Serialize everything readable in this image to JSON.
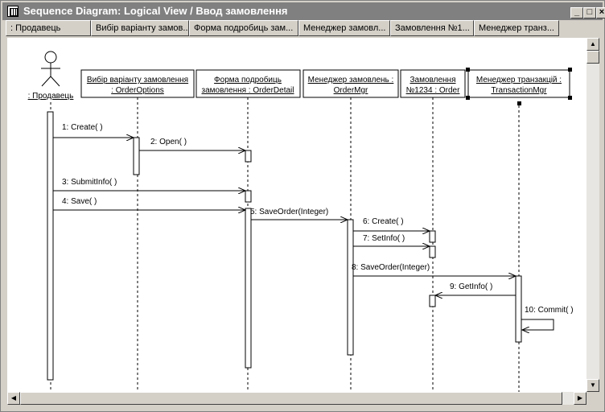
{
  "window": {
    "title": "Sequence Diagram: Logical View / Ввод замовлення",
    "minimize": "_",
    "maximize": "□",
    "close": "×"
  },
  "tabs": [
    {
      "label": ": Продавець"
    },
    {
      "label": "Вибір варіанту замов..."
    },
    {
      "label": "Форма подробиць зам..."
    },
    {
      "label": "Менеджер замовл..."
    },
    {
      "label": "Замовлення №1..."
    },
    {
      "label": "Менеджер транз..."
    }
  ],
  "actor": {
    "label": ": Продавець"
  },
  "objects": [
    {
      "line1": "Вибір варіанту замовлення",
      "line2": ": OrderOptions"
    },
    {
      "line1": "Форма подробиць",
      "line2": "замовлення : OrderDetail"
    },
    {
      "line1": "Менеджер замовлень :",
      "line2": "OrderMgr"
    },
    {
      "line1": "Замовлення",
      "line2": "№1234 : Order"
    },
    {
      "line1": "Менеджер транзакцій :",
      "line2": "TransactionMgr"
    }
  ],
  "messages": [
    {
      "label": "1: Create( )"
    },
    {
      "label": "2: Open( )"
    },
    {
      "label": "3: SubmitInfo( )"
    },
    {
      "label": "4: Save( )"
    },
    {
      "label": "5: SaveOrder(Integer)"
    },
    {
      "label": "6: Create( )"
    },
    {
      "label": "7: SetInfo( )"
    },
    {
      "label": "8: SaveOrder(Integer)"
    },
    {
      "label": "9: GetInfo( )"
    },
    {
      "label": "10: Commit( )"
    }
  ]
}
